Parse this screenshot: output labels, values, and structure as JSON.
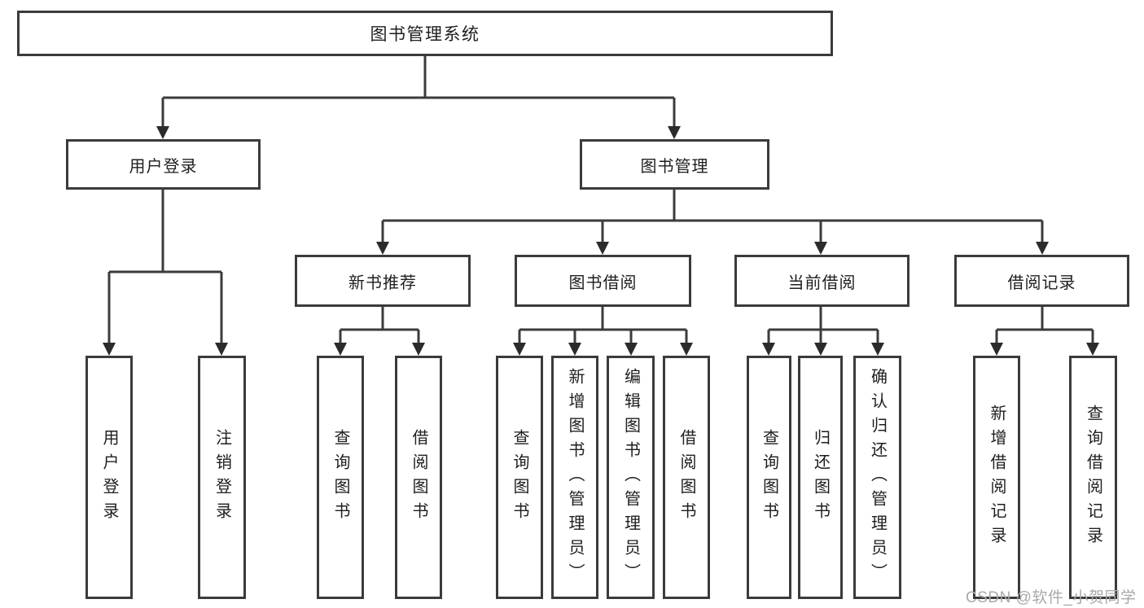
{
  "tree": {
    "label": "图书管理系统",
    "children": [
      {
        "label": "用户登录",
        "children": [
          {
            "label": "用户登录"
          },
          {
            "label": "注销登录"
          }
        ]
      },
      {
        "label": "图书管理",
        "children": [
          {
            "label": "新书推荐",
            "children": [
              {
                "label": "查询图书"
              },
              {
                "label": "借阅图书"
              }
            ]
          },
          {
            "label": "图书借阅",
            "children": [
              {
                "label": "查询图书"
              },
              {
                "label": "新增图书（管理员）"
              },
              {
                "label": "编辑图书（管理员）"
              },
              {
                "label": "借阅图书"
              }
            ]
          },
          {
            "label": "当前借阅",
            "children": [
              {
                "label": "查询图书"
              },
              {
                "label": "归还图书"
              },
              {
                "label": "确认归还（管理员）"
              }
            ]
          },
          {
            "label": "借阅记录",
            "children": [
              {
                "label": "新增借阅记录"
              },
              {
                "label": "查询借阅记录"
              }
            ]
          }
        ]
      }
    ]
  },
  "watermark": {
    "text": "CSDN @软件_小贺同学"
  },
  "colors": {
    "line": "#3b3b3b",
    "arrowhead": "#2b2b2b",
    "text": "#1e1e1e",
    "watermark": "#a9a9a9",
    "background": "#ffffff"
  }
}
